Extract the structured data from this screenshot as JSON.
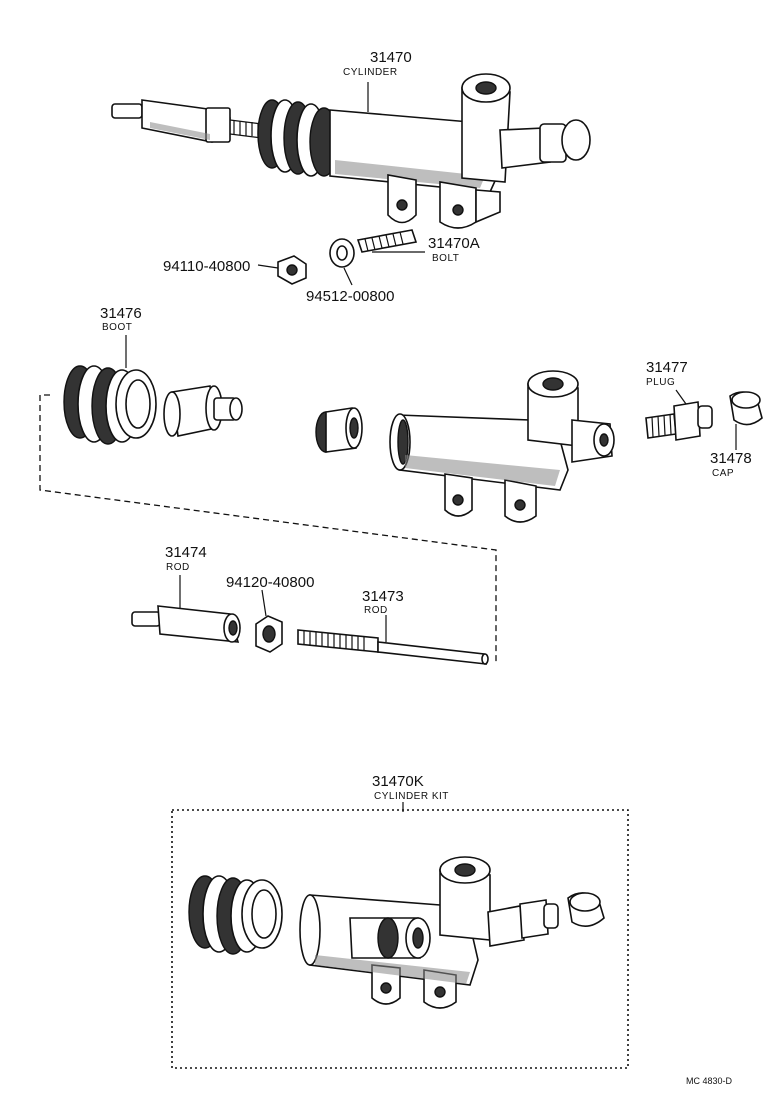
{
  "labels": {
    "cylinder": {
      "number": "31470",
      "name": "CYLINDER"
    },
    "bolt": {
      "number": "31470A",
      "name": "BOLT"
    },
    "nut1": {
      "number": "94110-40800"
    },
    "washer": {
      "number": "94512-00800"
    },
    "boot": {
      "number": "31476",
      "name": "BOOT"
    },
    "plug": {
      "number": "31477",
      "name": "PLUG"
    },
    "cap": {
      "number": "31478",
      "name": "CAP"
    },
    "rod1": {
      "number": "31474",
      "name": "ROD"
    },
    "nut2": {
      "number": "94120-40800"
    },
    "rod2": {
      "number": "31473",
      "name": "ROD"
    },
    "kit": {
      "number": "31470K",
      "name": "CYLINDER KIT"
    }
  },
  "footer": {
    "ref": "MC 4830-D"
  }
}
